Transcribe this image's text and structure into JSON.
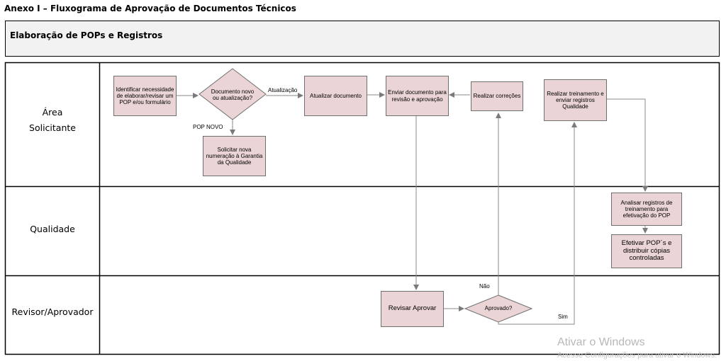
{
  "document_title": "Anexo I – Fluxograma de Aprovação de Documentos Técnicos",
  "section_title": "Elaboração de POPs e Registros",
  "lanes": {
    "area": "Área\nSolicitante",
    "qualidade": "Qualidade",
    "revisor": "Revisor/Aprovador"
  },
  "steps": {
    "identificar": "Identificar necessidade de elaborar/revisar um POP e/ou formulário",
    "documento_novo": "Documento novo ou atualização?",
    "atualizar": "Atualizar documento",
    "enviar": "Enviar documento para revisão e aprovação",
    "realizar_correcoes": "Realizar correções",
    "realizar_treinamento": "Realizar treinamento e enviar registros Qualidade",
    "solicitar": "Solicitar nova numeração à Garantia da Qualidade",
    "analisar": "Analisar registros de treinamento para efetivação do POP",
    "efetivar": "Efetivar POP´s e distribuir cópias controladas",
    "revisar": "Revisar Aprovar",
    "aprovado": "Aprovado?"
  },
  "edge_labels": {
    "atualizacao": "Atualização",
    "pop_novo": "POP NOVO",
    "nao": "Não",
    "sim": "Sim"
  },
  "watermark": {
    "line1": "Ativar o Windows",
    "line2": "Acesse Configurações para ativar o Windows."
  }
}
